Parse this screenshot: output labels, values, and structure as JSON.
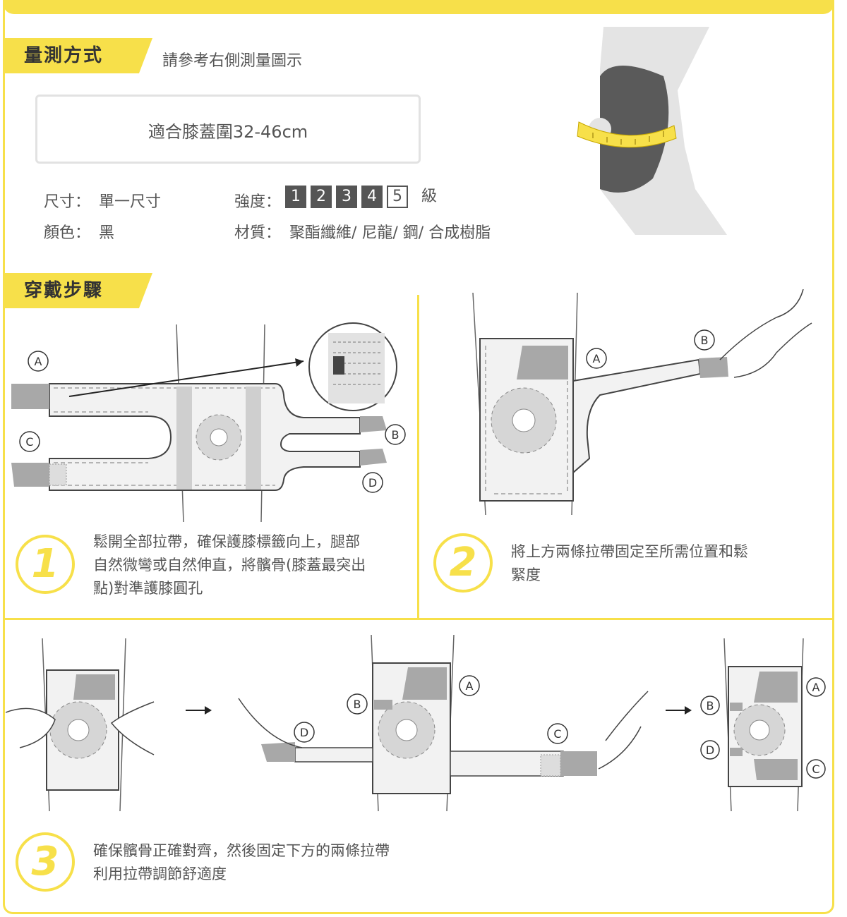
{
  "measure": {
    "title": "量測方式",
    "hint": "請參考右側測量圖示",
    "fit": "適合膝蓋圍32-46cm",
    "size_label": "尺寸：",
    "size_value": "單一尺寸",
    "color_label": "顏色：",
    "color_value": "黑",
    "strength_label": "強度：",
    "strength_levels": [
      "1",
      "2",
      "3",
      "4",
      "5"
    ],
    "strength_selected": 4,
    "strength_unit": "級",
    "material_label": "材質：",
    "material_value": "聚酯纖維/ 尼龍/ 鋼/ 合成樹脂"
  },
  "wear": {
    "title": "穿戴步驟",
    "steps": [
      {
        "number": "1",
        "lines": [
          "鬆開全部拉帶，確保護膝標籤向上，腿部",
          "自然微彎或自然伸直，將髕骨(膝蓋最突出",
          "點)對準護膝圓孔"
        ]
      },
      {
        "number": "2",
        "lines": [
          "將上方兩條拉帶固定至所需位置和鬆",
          "緊度"
        ]
      },
      {
        "number": "3",
        "lines": [
          "確保髕骨正確對齊，然後固定下方的兩條拉帶",
          "利用拉帶調節舒適度"
        ]
      }
    ]
  },
  "labels": {
    "a": "A",
    "b": "B",
    "c": "C",
    "d": "D"
  },
  "colors": {
    "accent": "#f7e04a",
    "gray": "#c8c8c8",
    "dark": "#555555"
  }
}
